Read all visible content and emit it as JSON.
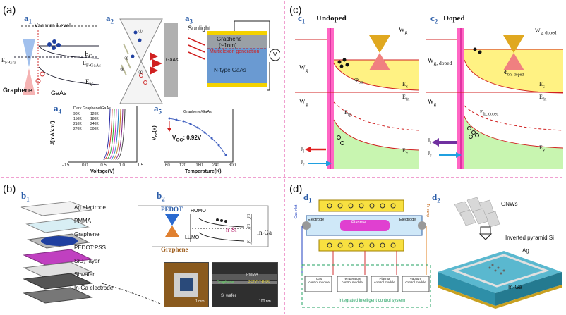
{
  "panels": {
    "a": "(a)",
    "b": "(b)",
    "c": "(c)",
    "d": "(d)"
  },
  "sublabels": {
    "a1": "a",
    "a1n": "1",
    "a2": "a",
    "a2n": "2",
    "a3": "a",
    "a3n": "3",
    "a4": "a",
    "a4n": "4",
    "a5": "a",
    "a5n": "5",
    "b1": "b",
    "b1n": "1",
    "b2": "b",
    "b2n": "2",
    "c1": "c",
    "c1n": "1",
    "c2": "c",
    "c2n": "2",
    "d1": "d",
    "d1n": "1",
    "d2": "d",
    "d2n": "2"
  },
  "a1": {
    "vacuum": "Vacuum Level",
    "ec": "E",
    "ec_s": "C",
    "efgra": "E",
    "efgra_s": "F-Gra",
    "efgaas": "E",
    "efgaas_s": "F-GaAs",
    "ev": "E",
    "ev_s": "V",
    "graphene": "Graphene",
    "gaas": "GaAs"
  },
  "a2": {
    "gaas": "GaAs",
    "n1": "①",
    "n2": "②",
    "n3": "③",
    "n4": "④"
  },
  "a3": {
    "sunlight": "Sunlight",
    "graphene": "Graphene",
    "thick": "(~1nm)",
    "multi": "Multielexon generation",
    "ngaas": "N-type GaAs",
    "v": "V"
  },
  "a4": {
    "legend_title": "Dark Graphene/GaAs",
    "legend": [
      "90K",
      "120K",
      "150K",
      "180K",
      "210K",
      "240K",
      "270K",
      "300K"
    ],
    "xlabel": "Voltage(V)",
    "ylabel": "J(mA/cm²)",
    "xticks": [
      "-0.5",
      "0.0",
      "0.5",
      "1.0",
      "1.5"
    ]
  },
  "a5": {
    "legend": "Graphene/GaAs",
    "voc_label": "V",
    "voc_sub": "OC",
    "voc_val": ": 0.92V",
    "xlabel": "Temperature(K)",
    "ylabel": "V",
    "ylabel_sub": "oc",
    "ylabel_unit": "(V)",
    "xticks": [
      "60",
      "120",
      "180",
      "240",
      "300"
    ]
  },
  "b1": {
    "labels": [
      "Ag electrode",
      "PMMA",
      "Graphene",
      "PEDOT:PSS",
      "SiO₂ layer",
      "Si wafer",
      "In-Ga electrode"
    ]
  },
  "b2": {
    "pedot": "PEDOT",
    "homo": "HOMO",
    "lumo": "LUMO",
    "graphene": "Graphene",
    "nsi": "n-Si",
    "inga": "In-Ga",
    "ef": "E",
    "ef_s": "f",
    "ec": "E",
    "ec_s": "c",
    "ev": "E",
    "ev_s": "v"
  },
  "b_photo": {
    "scale": "1 mm"
  },
  "b_sem": {
    "pmma": "PMMA",
    "graphene": "Graphene",
    "pedot": "PEDOT:PSS",
    "si": "Si wafer",
    "scale": "100 nm"
  },
  "c1": {
    "title": "Undoped",
    "wg": "W",
    "wg_s": "g",
    "wgl": "W",
    "wgl_s": "g",
    "ws": "W",
    "ws_s": "g",
    "phi": "Φ",
    "phi_s": "bn",
    "ec": "E",
    "ec_s": "c",
    "efn": "E",
    "efn_s": "fn",
    "efp": "E",
    "efp_s": "fp",
    "ev": "E",
    "ev_s": "v",
    "jl": "J",
    "jl_s": "l",
    "jr": "J",
    "jr_s": "r"
  },
  "c2": {
    "title": "Doped",
    "wgd": "W",
    "wgd_s": "g, doped",
    "wgl": "W",
    "wgl_s": "g, doped",
    "ws": "W",
    "ws_s": "g",
    "phi": "Φ",
    "phi_s": "bn, doped",
    "ec": "E",
    "ec_s": "c",
    "efn": "E",
    "efn_s": "fn",
    "efp": "E",
    "efp_s": "fp, doped",
    "ev": "E",
    "ev_s": "v",
    "jl": "J",
    "jl_s": "l",
    "jr": "J",
    "jr_s": "r"
  },
  "d1": {
    "electrode_l": "Electrode",
    "electrode_r": "Electrode",
    "plasma": "Plasma",
    "gas_inlet": "Gas inlet",
    "to_pump": "To pump",
    "modules": [
      "Gas\ncontrol module",
      "Temperature\ncontrol module",
      "Plasma\ncontrol module",
      "Vacuum\ncontrol module"
    ],
    "system": "Integrated intelligent control system"
  },
  "d2": {
    "gnws": "GNWs",
    "pyramid": "Inverted pyramid Si",
    "ag": "Ag",
    "inga": "In-Ga"
  },
  "colors": {
    "accent": "#2a5ca8",
    "divider": "#e040a0",
    "pink": "#ff66c4",
    "yellow": "#fff176",
    "green": "#c8f5b0",
    "red": "#d62020"
  }
}
